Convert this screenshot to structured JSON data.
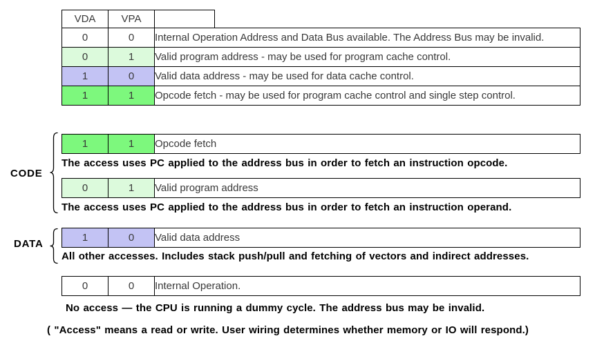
{
  "colors": {
    "opcode_fetch_green": "#7df87d",
    "program_address_light_green": "#dcfadc",
    "data_address_purple": "#c3c3f4",
    "internal_white": "#ffffff",
    "border_black": "#000000"
  },
  "legend_table": {
    "col_headers": [
      "VDA",
      "VPA"
    ],
    "rows": [
      {
        "vda": "0",
        "vpa": "0",
        "desc": "Internal Operation Address and Data Bus available. The Address Bus may be invalid.",
        "bg": "#ffffff"
      },
      {
        "vda": "0",
        "vpa": "1",
        "desc": "Valid program address - may be used for program cache control.",
        "bg": "#dcfadc"
      },
      {
        "vda": "1",
        "vpa": "0",
        "desc": "Valid data address - may be used for data cache control.",
        "bg": "#c3c3f4"
      },
      {
        "vda": "1",
        "vpa": "1",
        "desc": "Opcode fetch - may be used for program cache control and single step control.",
        "bg": "#7df87d"
      }
    ]
  },
  "code_section": {
    "label": "CODE",
    "opcode_row": {
      "vda": "1",
      "vpa": "1",
      "desc": "Opcode fetch",
      "bg": "#7df87d"
    },
    "opcode_caption": "The access uses PC applied to the address bus in order to fetch an instruction opcode.",
    "program_row": {
      "vda": "0",
      "vpa": "1",
      "desc": "Valid program address",
      "bg": "#dcfadc"
    },
    "program_caption": "The access uses PC applied to the address bus in order to fetch an instruction operand."
  },
  "data_section": {
    "label": "DATA",
    "row": {
      "vda": "1",
      "vpa": "0",
      "desc": "Valid data address",
      "bg": "#c3c3f4"
    },
    "caption": "All other accesses. Includes stack push/pull and fetching of vectors and indirect addresses."
  },
  "internal_section": {
    "row": {
      "vda": "0",
      "vpa": "0",
      "desc": "Internal Operation.",
      "bg": "#ffffff"
    },
    "caption": "No access — the CPU is running a dummy cycle. The address bus may be invalid."
  },
  "footer_note": "( \"Access\" means a read or write. User wiring determines whether memory or IO will respond.)"
}
